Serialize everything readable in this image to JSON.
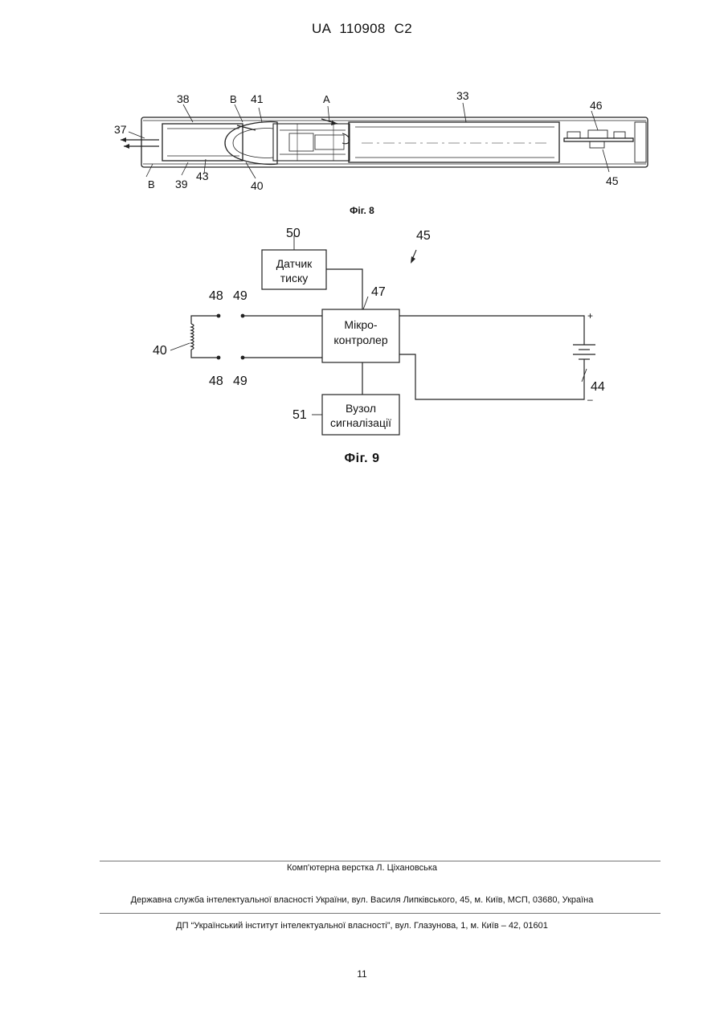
{
  "header": {
    "patent_number": "UA   110908   C2"
  },
  "figure8": {
    "caption": "Фіг. 8",
    "labels": {
      "l37": "37",
      "l38": "38",
      "lB_top": "B",
      "l41": "41",
      "lA": "A",
      "l33": "33",
      "l46": "46",
      "lB_bottom": "B",
      "l39": "39",
      "l43": "43",
      "l40": "40",
      "l45": "45"
    }
  },
  "figure9": {
    "caption": "Фіг. 9",
    "blocks": {
      "sensor_line1": "Датчик",
      "sensor_line2": "тиску",
      "mcu_line1": "Мікро-",
      "mcu_line2": "контролер",
      "alarm_line1": "Вузол",
      "alarm_line2": "сигналізації"
    },
    "labels": {
      "l50": "50",
      "l45": "45",
      "l47": "47",
      "l48_top": "48",
      "l49_top": "49",
      "l48_bottom": "48",
      "l49_bottom": "49",
      "l40": "40",
      "l44": "44",
      "l51": "51",
      "plus": "+",
      "minus": "–"
    }
  },
  "footer": {
    "layout": "Комп'ютерна верстка Л. Ціхановська",
    "agency": "Державна служба інтелектуальної власності України, вул. Василя Липківського, 45, м. Київ, МСП, 03680, Україна",
    "institute": "ДП “Український інститут інтелектуальної власності”, вул. Глазунова, 1, м. Київ – 42, 01601"
  },
  "page_number": "11"
}
